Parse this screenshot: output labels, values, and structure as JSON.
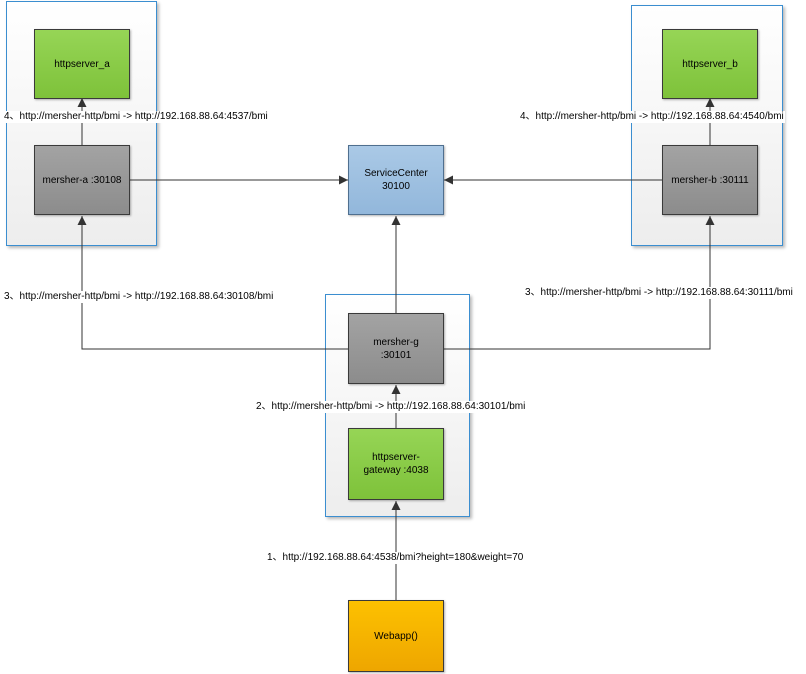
{
  "nodes": {
    "httpserver_a": "httpserver_a",
    "httpserver_b": "httpserver_b",
    "mersher_a": "mersher-a :30108",
    "mersher_b": "mersher-b :30111",
    "service_center_line1": "ServiceCenter",
    "service_center_line2": "30100",
    "mersher_g_line1": "mersher-g",
    "mersher_g_line2": ":30101",
    "gateway_line1": "httpserver-",
    "gateway_line2": "gateway :4038",
    "webapp": "Webapp()"
  },
  "edge_labels": {
    "step1": "1、http://192.168.88.64:4538/bmi?height=180&weight=70",
    "step2": "2、http://mersher-http/bmi -> http://192.168.88.64:30101/bmi",
    "step3_left": "3、http://mersher-http/bmi -> http://192.168.88.64:30108/bmi",
    "step3_right": "3、http://mersher-http/bmi -> http://192.168.88.64:30111/bmi",
    "step4_left": "4、http://mersher-http/bmi -> http://192.168.88.64:4537/bmi",
    "step4_right": "4、http://mersher-http/bmi -> http://192.168.88.64:4540/bmi"
  },
  "colors": {
    "green_node": "#8cce4a",
    "gray_node": "#999999",
    "blue_node": "#9fc0e0",
    "orange_node": "#f7b500",
    "group_border": "#3b8ed0"
  }
}
